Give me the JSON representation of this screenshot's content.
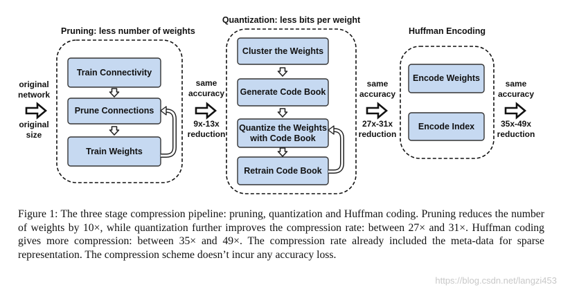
{
  "stages": {
    "pruning": {
      "title": "Pruning: less number of weights",
      "steps": [
        "Train Connectivity",
        "Prune Connections",
        "Train Weights"
      ]
    },
    "quantization": {
      "title": "Quantization: less bits per weight",
      "steps": [
        "Cluster the Weights",
        "Generate Code Book",
        "Quantize the Weights\nwith Code Book",
        "Retrain Code Book"
      ]
    },
    "huffman": {
      "title": "Huffman Encoding",
      "steps": [
        "Encode Weights",
        "Encode Index"
      ]
    }
  },
  "labels": {
    "input_top": "original\nnetwork",
    "input_bottom": "original\nsize",
    "after_pruning_top": "same\naccuracy",
    "after_pruning_bottom": "9x-13x\nreduction",
    "after_quant_top": "same\naccuracy",
    "after_quant_bottom": "27x-31x\nreduction",
    "after_huffman_top": "same\naccuracy",
    "after_huffman_bottom": "35x-49x\nreduction"
  },
  "caption": "Figure 1: The three stage compression pipeline: pruning, quantization and Huffman coding. Pruning reduces the number of weights by 10×, while quantization further improves the compression rate: between 27× and 31×. Huffman coding gives more compression: between 35× and 49×. The compression rate already included the meta-data for sparse representation. The compression scheme doesn’t incur any accuracy loss.",
  "watermark": "https://blog.csdn.net/langzi453",
  "colors": {
    "box_fill": "#c6d9f1",
    "box_border": "#333333",
    "dash": "#111111"
  }
}
